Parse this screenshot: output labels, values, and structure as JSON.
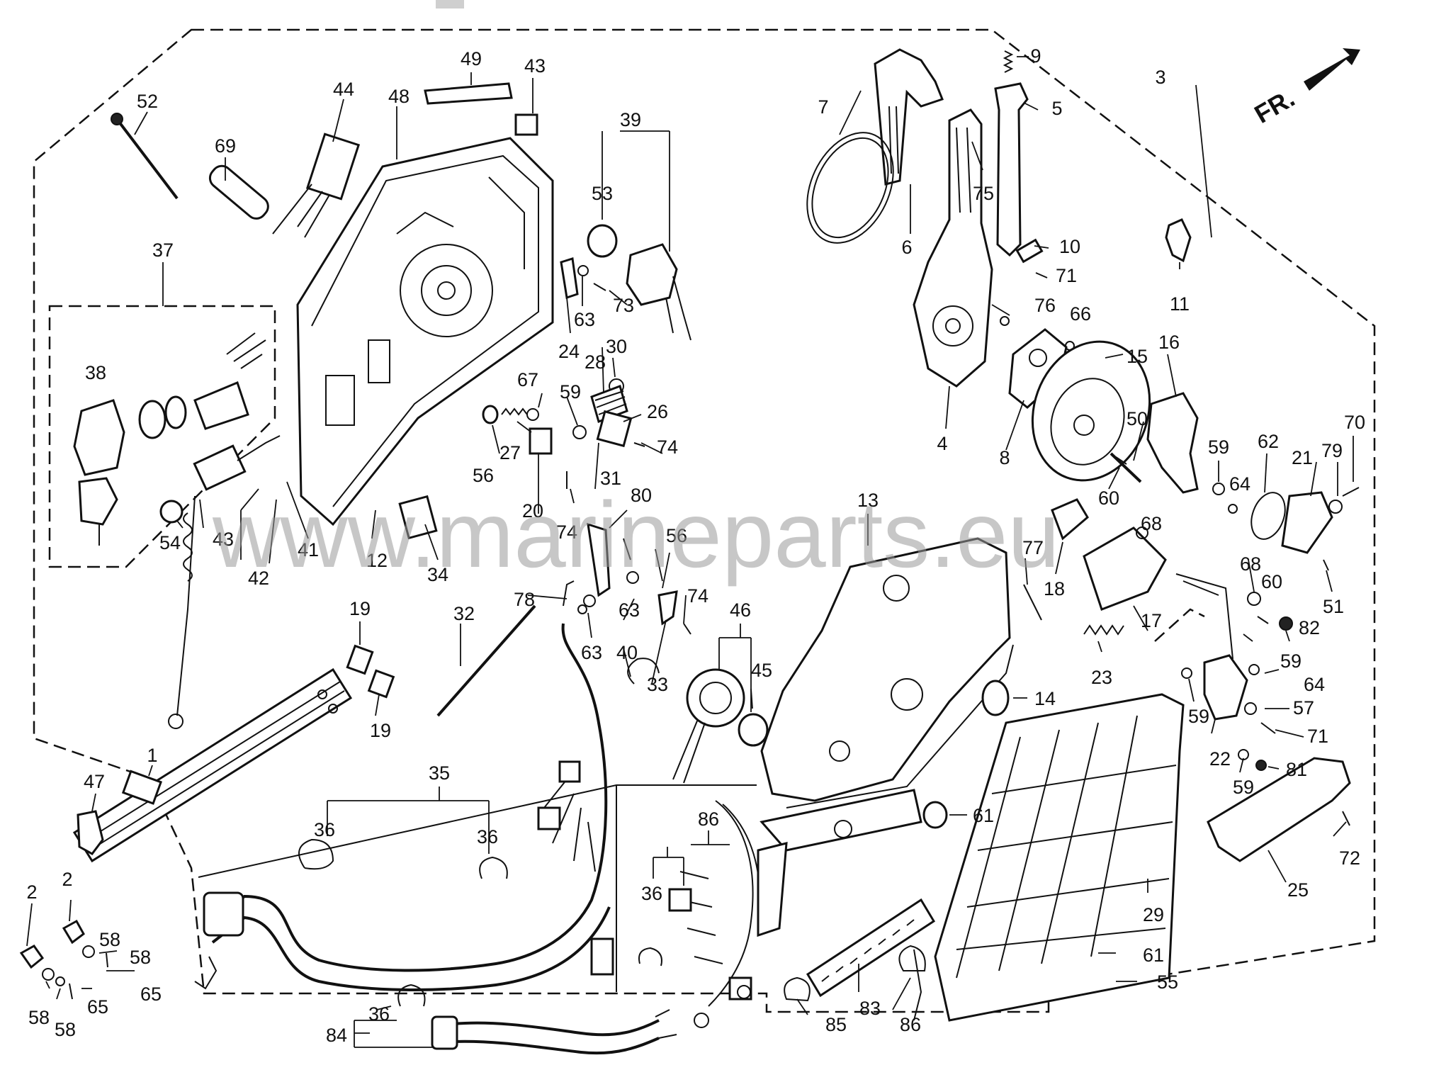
{
  "watermark": "www.marineparts.eu",
  "front_indicator": "FR.",
  "callouts": [
    "1",
    "2",
    "2",
    "3",
    "4",
    "5",
    "6",
    "7",
    "8",
    "9",
    "10",
    "11",
    "12",
    "13",
    "14",
    "15",
    "16",
    "17",
    "18",
    "19",
    "19",
    "20",
    "21",
    "22",
    "23",
    "24",
    "25",
    "26",
    "27",
    "28",
    "29",
    "30",
    "31",
    "32",
    "33",
    "34",
    "35",
    "36",
    "36",
    "36",
    "36",
    "37",
    "38",
    "39",
    "40",
    "41",
    "42",
    "43",
    "43",
    "44",
    "45",
    "46",
    "47",
    "48",
    "49",
    "50",
    "51",
    "52",
    "53",
    "54",
    "55",
    "56",
    "56",
    "57",
    "58",
    "58",
    "58",
    "58",
    "59",
    "59",
    "59",
    "59",
    "59",
    "60",
    "60",
    "61",
    "61",
    "62",
    "63",
    "63",
    "63",
    "64",
    "64",
    "65",
    "65",
    "66",
    "67",
    "68",
    "68",
    "69",
    "70",
    "71",
    "71",
    "72",
    "73",
    "74",
    "74",
    "74",
    "75",
    "76",
    "77",
    "78",
    "79",
    "80",
    "81",
    "82",
    "83",
    "84",
    "85",
    "86",
    "86"
  ]
}
